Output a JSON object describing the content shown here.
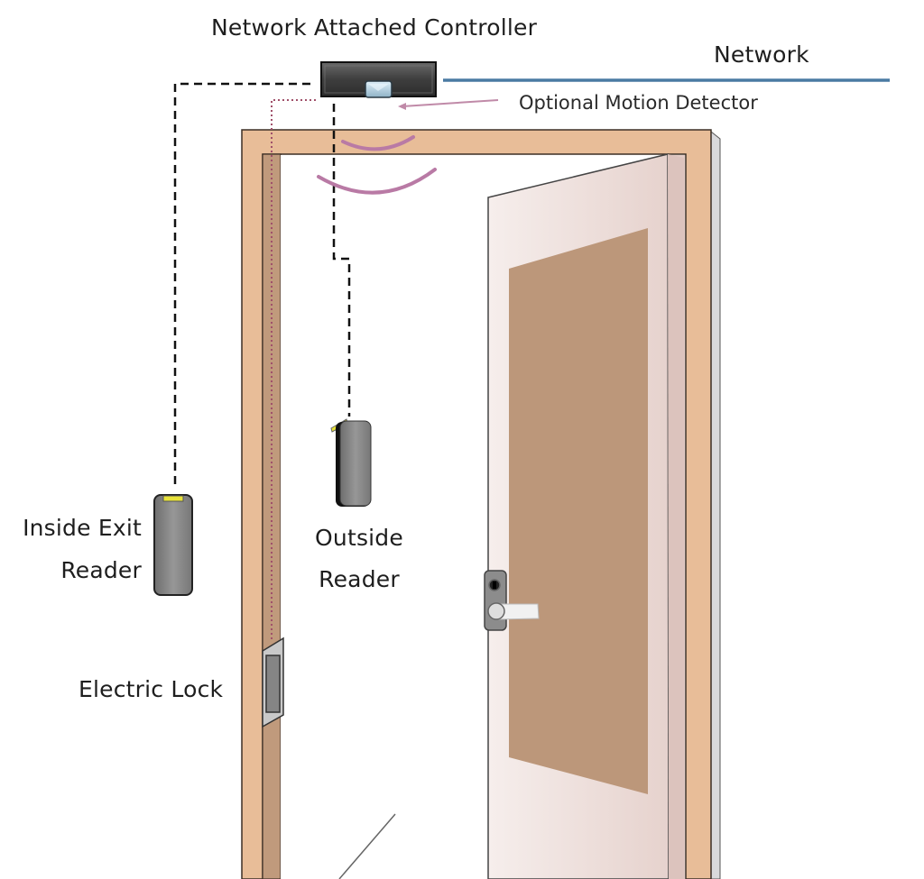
{
  "title": "Network Attached Controller",
  "labels": {
    "controller": "Network Attached Controller",
    "network": "Network",
    "motion_detector": "Optional Motion Detector",
    "inside_reader_line1": "Inside Exit",
    "inside_reader_line2": "Reader",
    "outside_reader_line1": "Outside",
    "outside_reader_line2": "Reader",
    "electric_lock": "Electric Lock"
  },
  "colors": {
    "frame": "#e8bd98",
    "frame_inner": "#c09a7c",
    "door": "#f1e4e1",
    "door_panel": "#bc977a",
    "network_line": "#4a7aa3",
    "motion_waves": "#b97aa5",
    "reader_body": "#8a8a8a",
    "reader_led": "#e8e23a",
    "controller_body": "#4a4a4a",
    "lock_wire": "#a0506a"
  },
  "components": [
    {
      "name": "Network Attached Controller",
      "type": "controller"
    },
    {
      "name": "Optional Motion Detector",
      "type": "sensor"
    },
    {
      "name": "Inside Exit Reader",
      "type": "reader"
    },
    {
      "name": "Outside Reader",
      "type": "reader"
    },
    {
      "name": "Electric Lock",
      "type": "lock"
    },
    {
      "name": "Door",
      "type": "door"
    }
  ],
  "connections": [
    {
      "from": "Network Attached Controller",
      "to": "Network",
      "style": "solid"
    },
    {
      "from": "Network Attached Controller",
      "to": "Inside Exit Reader",
      "style": "dashed"
    },
    {
      "from": "Network Attached Controller",
      "to": "Outside Reader",
      "style": "dashed"
    },
    {
      "from": "Network Attached Controller",
      "to": "Electric Lock",
      "style": "dotted"
    }
  ]
}
